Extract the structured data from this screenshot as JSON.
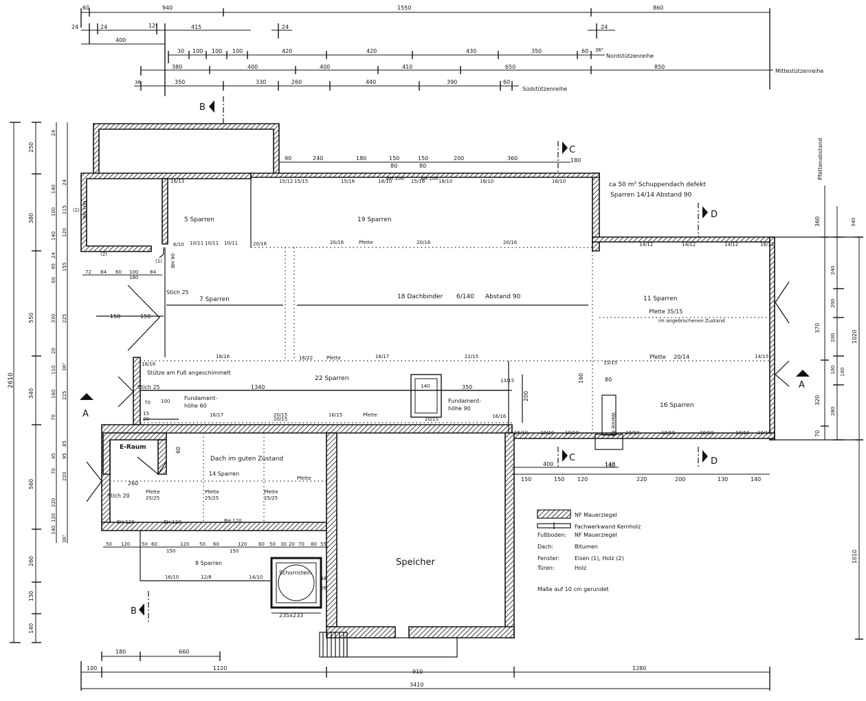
{
  "top_dims": {
    "row1": [
      "60",
      "940",
      "1550",
      "860"
    ],
    "row2": [
      "24",
      "24",
      "12⁵",
      "415",
      "24",
      "24"
    ],
    "row2b": [
      "400"
    ],
    "north": [
      "30",
      "100",
      "100",
      "100",
      "420",
      "420",
      "430",
      "350",
      "60",
      "36⁵"
    ],
    "north_label": "Nordstützenreihe",
    "middle": [
      "380",
      "400",
      "400",
      "410",
      "650",
      "850"
    ],
    "middle_label": "Mittestützenreihe",
    "south": [
      "36",
      "350",
      "330",
      "260",
      "440",
      "390",
      "60"
    ],
    "south_label": "Südstützenreihe"
  },
  "section_marks": {
    "B": "B",
    "C": "C",
    "D": "D",
    "A": "A"
  },
  "left_dims": {
    "outer": [
      "250",
      "380",
      "550",
      "340",
      "560",
      "260",
      "130",
      "140"
    ],
    "total": "2610",
    "inner": [
      "24",
      "140",
      "100",
      "140",
      "24",
      "95",
      "60",
      "330",
      "20",
      "110",
      "160",
      "70",
      "45",
      "70",
      "220",
      "120",
      "140",
      "36⁵"
    ],
    "inner2": [
      "24",
      "115",
      "120",
      "155",
      "225",
      "36⁵",
      "225",
      "85",
      "95",
      "220"
    ]
  },
  "right_dims": {
    "label": "Pfettenabstand",
    "a": [
      "360",
      "370",
      "320",
      "70"
    ],
    "b": [
      "340",
      "240",
      "200",
      "200",
      "100",
      "280",
      "100"
    ],
    "total_a": "1020",
    "total_b": "1010"
  },
  "north_wing": {
    "dims": [
      "90",
      "240",
      "180",
      "150",
      "150",
      "200",
      "360",
      "180"
    ],
    "sub": [
      "80",
      "80"
    ],
    "rafters": [
      "15/12",
      "15/15",
      "15/16",
      "18/10",
      "BH 100",
      "15/16",
      "BH 100",
      "18/10",
      "18/10",
      "16/10"
    ],
    "left_room": "5 Sparren",
    "main": "19 Sparren",
    "note1": "ca 50 m² Schuppendach defekt",
    "note2": "Sparren 14/14 Abstand 90",
    "purlin": [
      "20/16",
      "20/16",
      "Pfette",
      "20/16",
      "20/16"
    ],
    "small_labels": [
      "16/13",
      "BH 100",
      "(2)",
      "(2)",
      "(1)",
      "BH 90",
      "10/11",
      "10/11",
      "10/11",
      "6/10"
    ]
  },
  "middle": {
    "dims_row": [
      "72",
      "84",
      "60",
      "100",
      "84",
      "180"
    ],
    "stich": "Stich 25",
    "s7": "7 Sparren",
    "s18": "18 Dachbinder",
    "s18b": "6/140",
    "s18c": "Abstand 90",
    "d150a": "150",
    "d150b": "150",
    "purlin2": [
      "16/16",
      "16/22",
      "Pfette",
      "16/17",
      "22/15",
      "Pfette",
      "20/14",
      "14/15"
    ],
    "purlin3": [
      "16/17",
      "20/15",
      "16/15",
      "Pfette",
      "20/15",
      "16/16"
    ]
  },
  "east_wing": {
    "s11": "11 Sparren",
    "pfette1": "Pfette 35/15",
    "pfette1b": "im angebrochenen Zustand",
    "rafters": [
      "14/12",
      "14/12",
      "14/12",
      "18/12"
    ],
    "s16": "16 Sparren",
    "rafters2": [
      "10/10",
      "10/10",
      "10/10",
      "10/10",
      "10/10",
      "10/10",
      "10/10",
      "15/10"
    ],
    "wanne": "Wanne 60",
    "d80": "80",
    "d140": "140",
    "d160": "160",
    "d200": "200",
    "d15": "15/15",
    "bottom": [
      "400",
      "140",
      "150",
      "150",
      "120",
      "220",
      "200",
      "130",
      "140"
    ]
  },
  "south_corridor": {
    "stuetze": "Stütze am Fuß angeschimmelt",
    "s22": "22 Sparren",
    "stich": "Stich 25",
    "d1340": "1340",
    "d350": "350",
    "d140": "140",
    "fund1": "Fundament-",
    "fund1b": "höhe 60",
    "fund2": "Fundament-",
    "fund2b": "höhe 90",
    "small": [
      "16/16",
      "70",
      "100",
      "15",
      "20",
      "20/15",
      "13/15"
    ]
  },
  "southwest": {
    "eraum": "E-Raum",
    "dach": "Dach im guten Zustand",
    "s14": "14 Sparren",
    "pfette": "Pfette",
    "stich": "Stich 20",
    "d260": "260",
    "d60": "60",
    "pfetten": [
      "Pfette",
      "25/25",
      "Pfette",
      "25/25",
      "Pfette",
      "25/25"
    ],
    "bh": [
      "BH 120",
      "BH 120",
      "BH 120"
    ],
    "lower_dims": [
      "50",
      "120",
      "50",
      "60",
      "150",
      "120",
      "50",
      "60",
      "150",
      "120",
      "60",
      "50",
      "30",
      "20",
      "70",
      "80",
      "55"
    ],
    "s8": "8 Sparren",
    "s8_rafters": [
      "16/10",
      "12/8",
      "14/10"
    ],
    "schornstein": "Schornstein",
    "schorn_dim": "235x233",
    "schorn_side": [
      "48",
      "26"
    ]
  },
  "speicher": "Speicher",
  "legend": {
    "items": [
      {
        "key": "",
        "value": "NF Mauerziegel"
      },
      {
        "key": "",
        "value": "Fachwerkwand Kernholz"
      },
      {
        "key": "Fußboden:",
        "value": "NF Mauerziegel"
      },
      {
        "key": "Dach:",
        "value": "Bitumen"
      },
      {
        "key": "Fenster:",
        "value": "Eisen (1), Holz (2)"
      },
      {
        "key": "Türen:",
        "value": "Holz"
      }
    ],
    "note": "Maße auf 10 cm gerundet"
  },
  "bottom_dims": {
    "row1": [
      "180",
      "660"
    ],
    "row2": [
      "100",
      "1120",
      "910",
      "1280"
    ],
    "total": "3410"
  },
  "colors": {
    "ink": "#111111",
    "paper": "#ffffff"
  }
}
